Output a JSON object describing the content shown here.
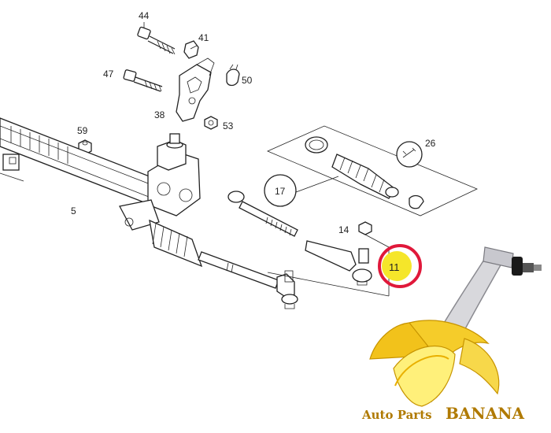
{
  "diagram": {
    "labels": {
      "l44": "44",
      "l41": "41",
      "l47": "47",
      "l50": "50",
      "l38": "38",
      "l53": "53",
      "l59": "59",
      "l5": "5",
      "l26": "26",
      "l17": "17",
      "l14": "14",
      "l11": "11"
    },
    "highlight_color": "#e0183a",
    "marker_fill": "#f5e62a"
  },
  "brand": {
    "prefix": "Auto Parts",
    "name": "BANANA",
    "logo_icon": "banana-logo-icon",
    "color": "#b07a00"
  }
}
